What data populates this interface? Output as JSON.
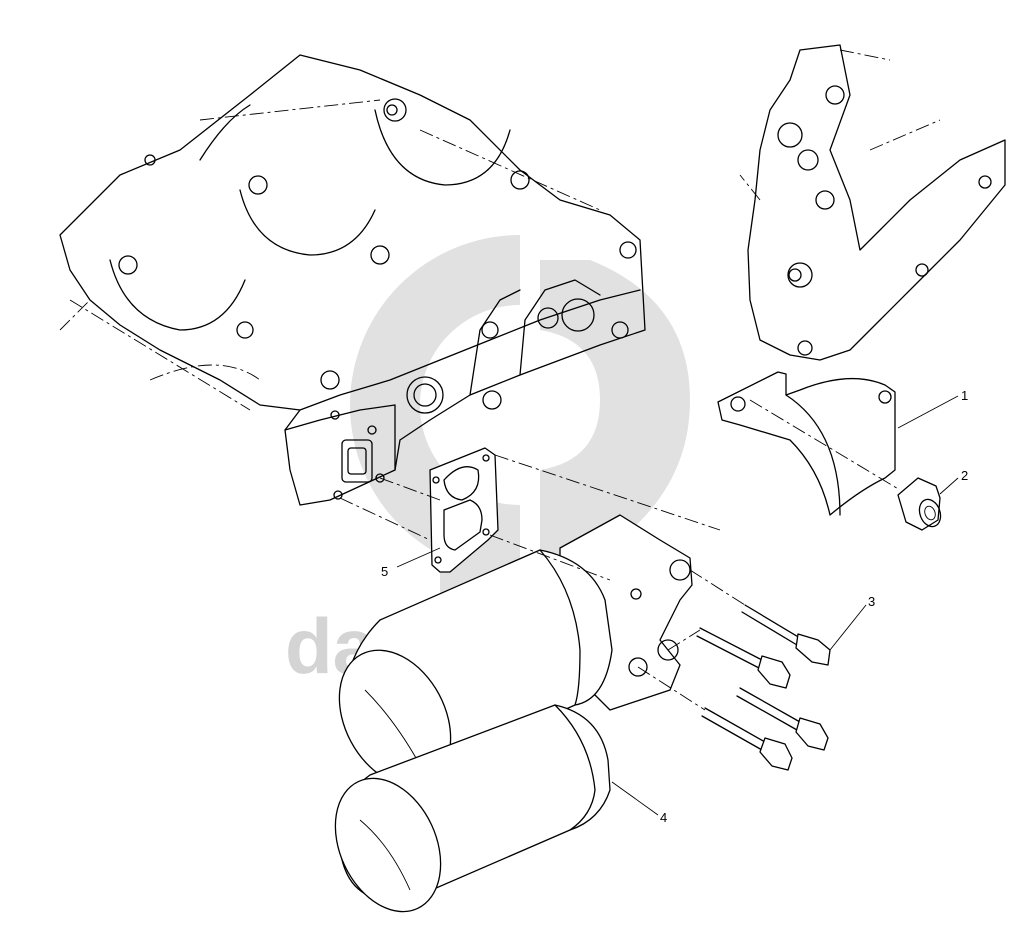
{
  "watermark": {
    "text": "data-parts",
    "color": "#d4d4d4"
  },
  "callouts": [
    "1",
    "2",
    "3",
    "4",
    "5"
  ],
  "colors": {
    "line": "#000000",
    "background": "#ffffff"
  }
}
